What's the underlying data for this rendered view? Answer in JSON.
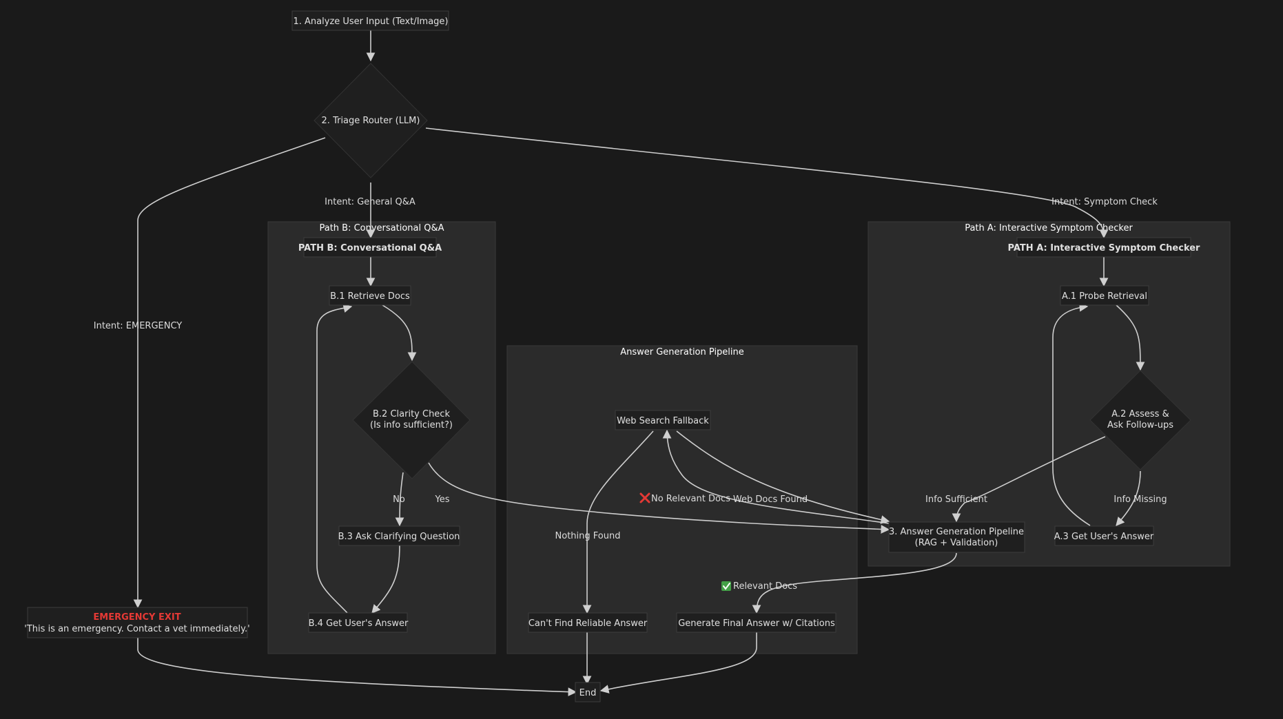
{
  "colors": {
    "background": "#1a1a1a",
    "cluster": "#2b2b2b",
    "node": "#1f1f1f",
    "edge": "#cfcfcf",
    "emergency": "#e53935"
  },
  "clusters": {
    "path_b": "Path B: Conversational Q&A",
    "pipeline": "Answer Generation Pipeline",
    "path_a": "Path A: Interactive Symptom Checker"
  },
  "nodes": {
    "analyze": "1. Analyze User Input (Text/Image)",
    "triage": "2. Triage Router (LLM)",
    "path_b_head": "PATH B: Conversational Q&A",
    "b1": "B.1 Retrieve Docs",
    "b2_line1": "B.2 Clarity Check",
    "b2_line2": "(Is info sufficient?)",
    "b3": "B.3 Ask Clarifying Question",
    "b4": "B.4 Get User's Answer",
    "web_search": "Web Search Fallback",
    "cant_find": "Can't Find Reliable Answer",
    "generate_final": "Generate Final Answer w/ Citations",
    "path_a_head": "PATH A: Interactive Symptom Checker",
    "a1": "A.1 Probe Retrieval",
    "a2_line1": "A.2 Assess &",
    "a2_line2": "Ask Follow-ups",
    "a3": "A.3 Get User's Answer",
    "answer_pipeline_line1": "3. Answer Generation Pipeline",
    "answer_pipeline_line2": "(RAG + Validation)",
    "emergency_title": "EMERGENCY EXIT",
    "emergency_text": "'This is an emergency. Contact a vet immediately.'",
    "end": "End"
  },
  "edge_labels": {
    "general_qa": "Intent: General Q&A",
    "symptom_check": "Intent: Symptom Check",
    "emergency": "Intent: EMERGENCY",
    "no": "No",
    "yes": "Yes",
    "no_relevant_docs": "No Relevant Docs",
    "web_docs_found": "Web Docs Found",
    "nothing_found": "Nothing Found",
    "relevant_docs": "Relevant Docs",
    "info_sufficient": "Info Sufficient",
    "info_missing": "Info Missing"
  },
  "icons": {
    "no_relevant_docs": "red-cross-mark-icon",
    "relevant_docs": "green-check-mark-icon"
  }
}
